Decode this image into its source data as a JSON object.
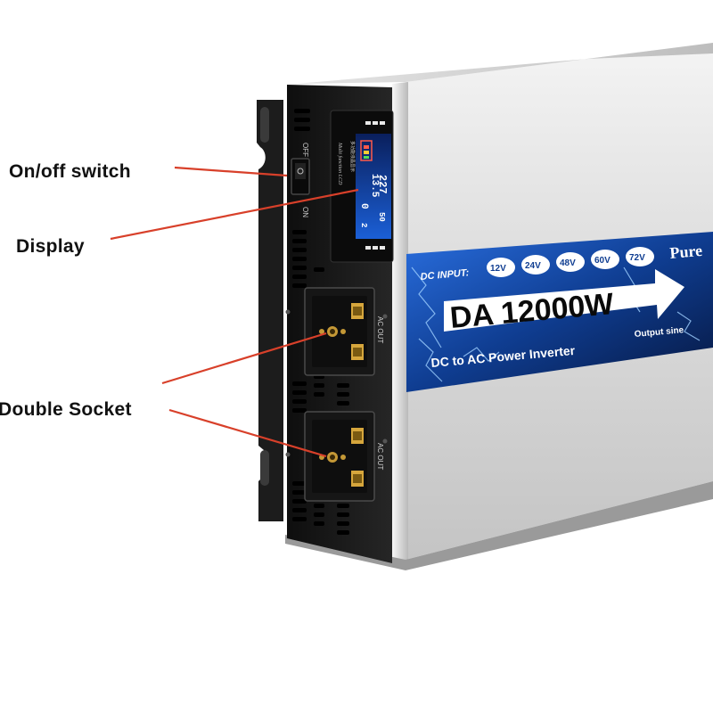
{
  "callouts": {
    "switch": "On/off switch",
    "display": "Display",
    "socket": "Double Socket"
  },
  "device": {
    "switch_off_label": "OFF",
    "switch_on_label": "ON",
    "lcd_caption": "Multi function LCD",
    "lcd_title": "多功能液晶显示",
    "lcd_readouts": [
      "13.5",
      "227",
      "50",
      "0",
      "2"
    ],
    "socket_label": "AC OUT",
    "dc_input_label": "DC INPUT:",
    "voltages": [
      "12V",
      "24V",
      "48V",
      "60V",
      "72V"
    ],
    "model": "DA 12000W",
    "subtitle": "DC to AC Power Inverter",
    "pure_label": "Pure",
    "output_label": "Output sine"
  },
  "colors": {
    "callout_line": "#d8402a",
    "banner_blue": "#0f3d91",
    "panel_black": "#1a1a1a",
    "lcd_blue": "#1b5fd6"
  }
}
